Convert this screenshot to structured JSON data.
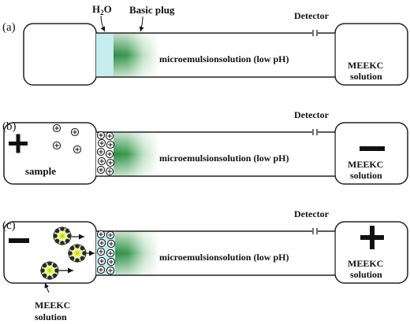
{
  "figure": {
    "labels": {
      "h2o": "H",
      "h2o_sub": "2",
      "h2o_o": "O",
      "basic_plug": "Basic plug",
      "microemulsion": "microemulsionsolution (low pH)",
      "detector": "Detector",
      "meekc_line1": "MEEKC",
      "meekc_line2": "solution",
      "sample": "sample"
    },
    "panels": [
      {
        "id": "a",
        "label": "(a)"
      },
      {
        "id": "b",
        "label": "(b)"
      },
      {
        "id": "c",
        "label": "(c)"
      }
    ],
    "colors": {
      "plug_green": "#2e8b45",
      "water_cyan": "#c6ecef",
      "outline": "#222222"
    }
  }
}
